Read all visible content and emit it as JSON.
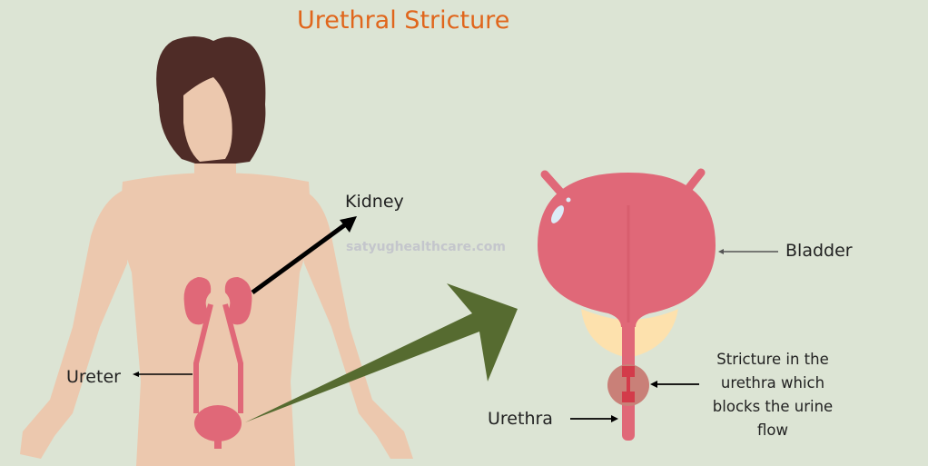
{
  "title": "Urethral Stricture",
  "watermark": "satyughealthcare.com",
  "labels": {
    "kidney": "Kidney",
    "ureter": "Ureter",
    "bladder": "Bladder",
    "urethra": "Urethra",
    "stricture": [
      "Stricture in the",
      "urethra which",
      "blocks the urine",
      "flow"
    ]
  },
  "colors": {
    "background": "#dce4d4",
    "skin": "#ecc8ae",
    "hair": "#4f2c27",
    "organ": "#e06878",
    "prostate": "#fde1ad",
    "arrow_green": "#566b30",
    "title": "#e0661c"
  }
}
